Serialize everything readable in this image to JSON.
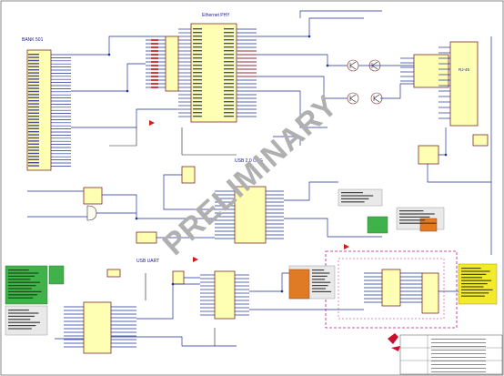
{
  "sheet": {
    "blocks": {
      "ethernet_phy": {
        "title": "Ethernet PHY"
      },
      "bank": {
        "title": "BANK 501"
      },
      "usb_otg": {
        "title": "USB 2.0 OTG"
      },
      "usb_uart": {
        "title": "USB UART"
      },
      "rj45": {
        "title": "RJ-45"
      }
    },
    "watermark": "PRELIMINARY",
    "colors": {
      "component_fill": "#ffffb4",
      "component_stroke": "#7a2a2a",
      "wire": "#1e2f9c",
      "highlight_wire": "#b01515",
      "watermark": "#b0b0b0",
      "note_green": "#3fb34a",
      "note_orange": "#e07b25",
      "note_yellow": "#f3ea2c",
      "dashed_region": "#c0168a"
    }
  }
}
